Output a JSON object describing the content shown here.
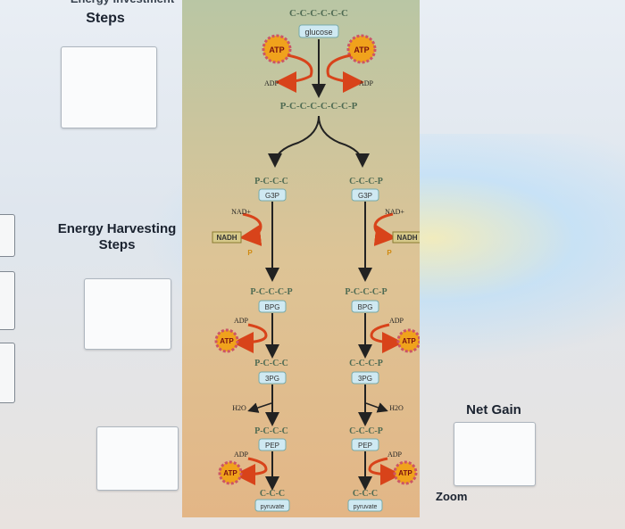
{
  "labels": {
    "investment": "Steps",
    "investment_top_cut": "Energy Investment",
    "harvesting_line1": "Energy Harvesting",
    "harvesting_line2": "Steps",
    "net_gain": "Net Gain",
    "zoom": "Zoom"
  },
  "diagram": {
    "glucose": "glucose",
    "glucose_chain": "C-C-C-C-C-C",
    "phos_chain": "P-C-C-C-C-C-C-P",
    "atp": "ATP",
    "adp": "ADP",
    "nad": "NAD+",
    "nadh": "NADH",
    "p": "P",
    "h2o": "H2O",
    "c3_left": "P-C-C-C",
    "c3_right": "C-C-C-P",
    "bpg_left": "P-C-C-C-P",
    "bpg_right": "P-C-C-C-P",
    "pg_left": "P-C-C-C",
    "pg_right": "C-C-C-P",
    "pep_left": "P-C-C-C",
    "pep_right": "C-C-C-P",
    "pyr_chain": "C-C-C",
    "g3p": "G3P",
    "bpg": "BPG",
    "pg3": "3PG",
    "pep": "PEP",
    "pyruvate": "pyruvate"
  },
  "colors": {
    "panel_top": "#b9c6a4",
    "panel_bottom": "#e3b686",
    "chain": "#4e6a52",
    "phosphate": "#d08a10",
    "atp_star": "#f0a21c",
    "arrow_red": "#d8431a",
    "box": "#cfe9f2"
  }
}
